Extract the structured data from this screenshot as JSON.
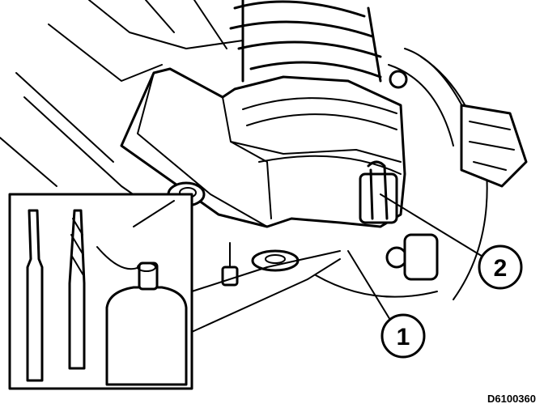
{
  "callouts": {
    "one": "1",
    "two": "2"
  },
  "figure_code": "D6100360",
  "colors": {
    "ink": "#000000",
    "paper": "#ffffff"
  }
}
